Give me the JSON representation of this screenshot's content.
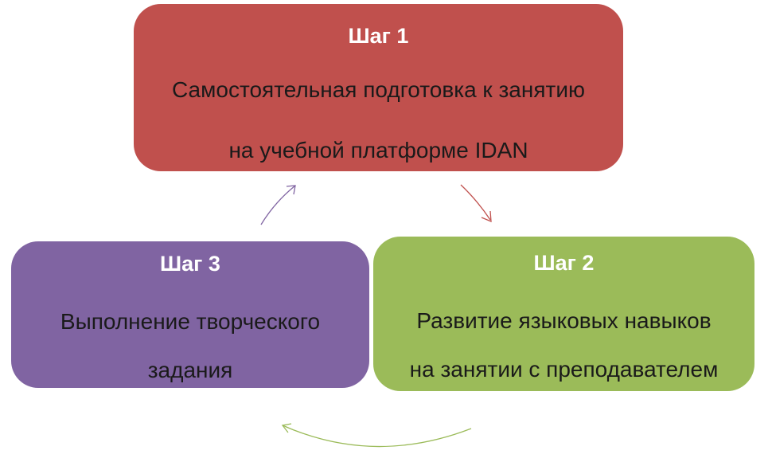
{
  "steps": [
    {
      "title": "Шаг 1",
      "lines": [
        "Самостоятельная подготовка к занятию",
        "на учебной платформе IDAN"
      ],
      "color": "#c0504d"
    },
    {
      "title": "Шаг 2",
      "lines": [
        "Развитие языковых навыков",
        "на занятии с преподавателем"
      ],
      "color": "#9bbb59"
    },
    {
      "title": "Шаг 3",
      "lines": [
        "Выполнение творческого",
        "задания"
      ],
      "color": "#8064a2"
    }
  ],
  "arrows": [
    {
      "from": "step1",
      "to": "step2",
      "color": "#c0504d"
    },
    {
      "from": "step2",
      "to": "step3",
      "color": "#9bbb59"
    },
    {
      "from": "step3",
      "to": "step1",
      "color": "#8064a2"
    }
  ]
}
